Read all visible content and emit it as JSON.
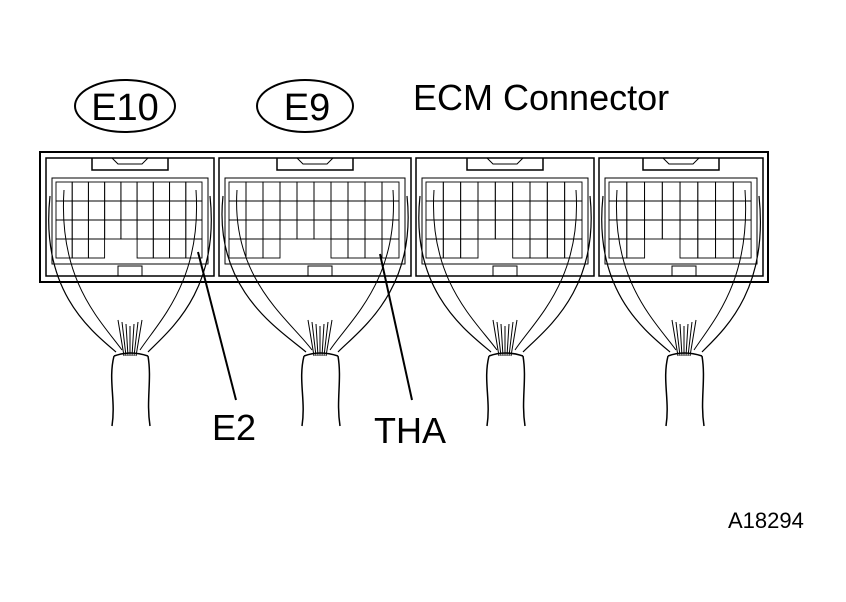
{
  "connector_labels": {
    "e10": "E10",
    "e9": "E9"
  },
  "title": "ECM Connector",
  "pin_labels": {
    "e2": "E2",
    "tha": "THA"
  },
  "figure_id": "A18294",
  "colors": {
    "line": "#000000",
    "background": "#ffffff"
  }
}
